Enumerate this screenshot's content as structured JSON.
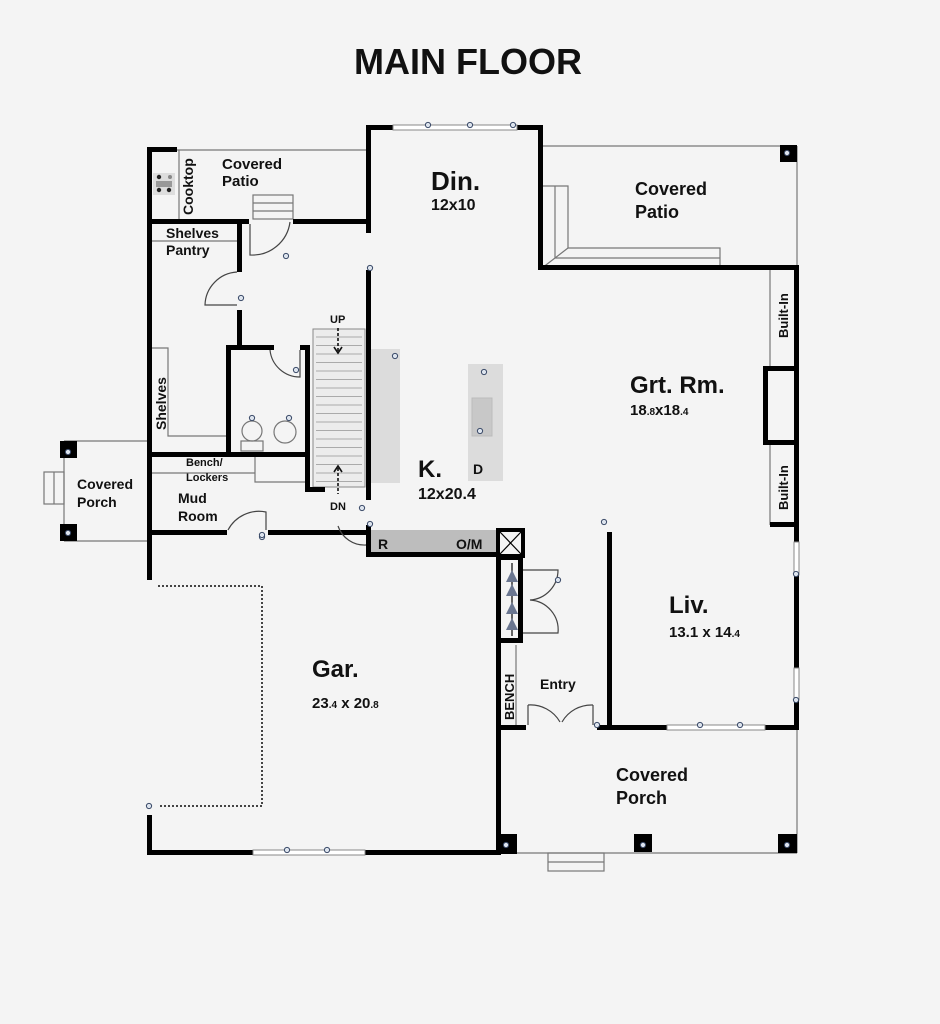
{
  "title": "MAIN FLOOR",
  "rooms": {
    "covered_patio_left": {
      "name_line1": "Covered",
      "name_line2": "Patio"
    },
    "cooktop": {
      "name": "Cooktop"
    },
    "pantry": {
      "shelves": "Shelves",
      "name": "Pantry"
    },
    "shelves_side": {
      "name": "Shelves"
    },
    "dining": {
      "name": "Din.",
      "size": "12x10"
    },
    "covered_patio_right": {
      "name_line1": "Covered",
      "name_line2": "Patio"
    },
    "great_room": {
      "name": "Grt. Rm.",
      "size_a": "18",
      "size_a_frac": ".8",
      "size_x": "x18",
      "size_b_frac": ".4",
      "built_in_top": "Built-In",
      "built_in_bottom": "Built-In"
    },
    "stairs": {
      "up": "UP",
      "down": "DN"
    },
    "kitchen": {
      "name": "K.",
      "size": "12x20.4",
      "island_label": "D",
      "fridge": "R",
      "oven": "O/M"
    },
    "mud_room": {
      "bench": "Bench/",
      "lockers": "Lockers",
      "name_line1": "Mud",
      "name_line2": "Room"
    },
    "covered_porch_left": {
      "name_line1": "Covered",
      "name_line2": "Porch"
    },
    "garage": {
      "name": "Gar.",
      "size_a": "23",
      "size_a_frac": ".4",
      "size_x": " x 20",
      "size_b_frac": ".8"
    },
    "entry": {
      "name": "Entry",
      "bench": "BENCH"
    },
    "living": {
      "name": "Liv.",
      "size": "13.1 x 14",
      "size_frac": ".4"
    },
    "covered_porch_front": {
      "name_line1": "Covered",
      "name_line2": "Porch"
    }
  }
}
